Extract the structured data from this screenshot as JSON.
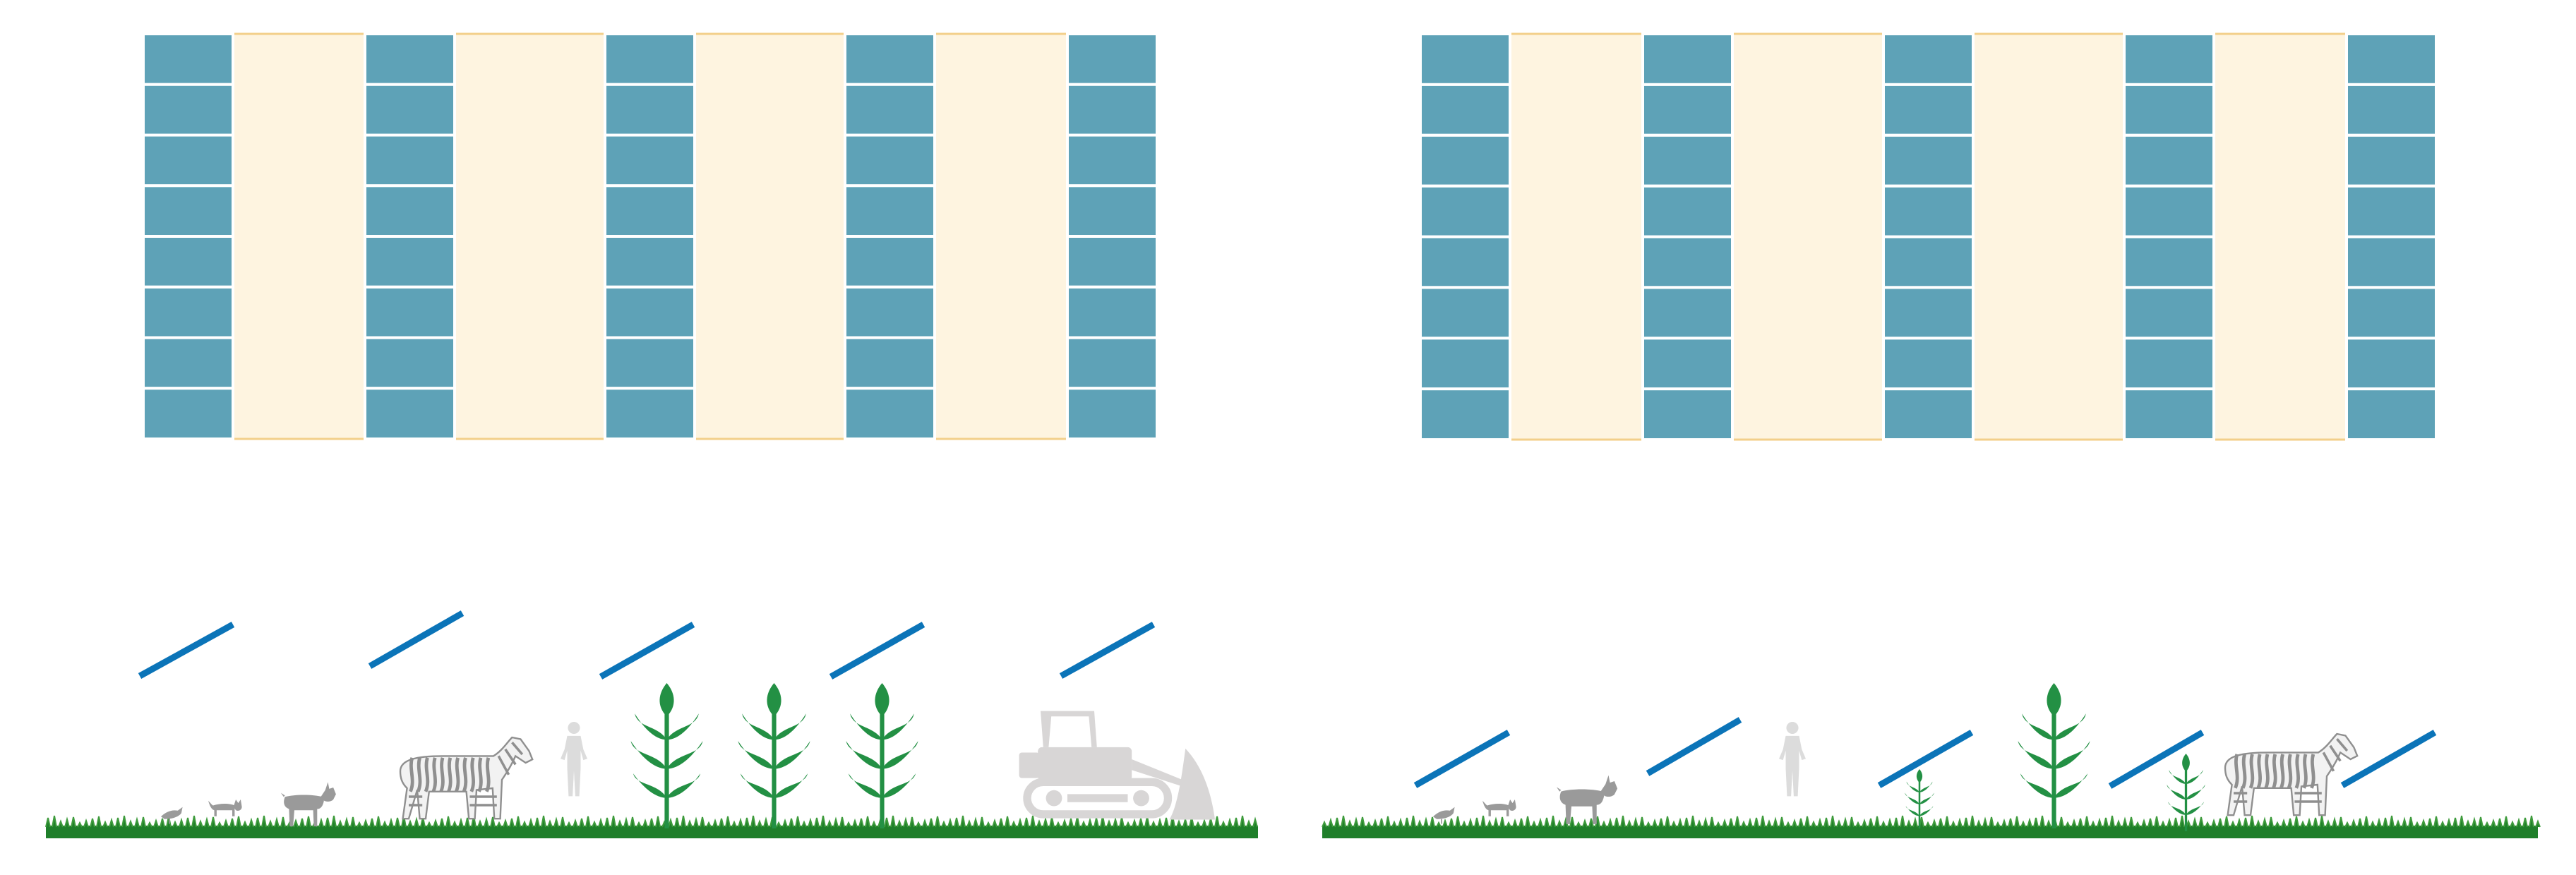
{
  "colors": {
    "panel": "#5ea2b7",
    "panel_line": "#ffffff",
    "field": "#fef4e0",
    "field_border": "#f3cf8a",
    "module_tilt": "#0b74b8",
    "grass": "#1f7f2a",
    "grass_light": "#3e9b3c",
    "plant": "#239044",
    "animal": "#9a9a9a",
    "zebra_stripe": "#8f8f8f",
    "human": "#dcdcdc",
    "bulldozer": "#d8d6d6"
  },
  "diagrams": [
    {
      "id": "conventional",
      "plan": {
        "rows": 5,
        "segments_per_row": 8
      },
      "side_elements": [
        "bird",
        "cat",
        "goat",
        "zebra",
        "human",
        "tall-plant",
        "tall-plant",
        "tall-plant",
        "bulldozer"
      ]
    },
    {
      "id": "agrivoltaic",
      "plan": {
        "rows": 5,
        "segments_per_row": 8
      },
      "side_elements": [
        "bird",
        "cat",
        "goat",
        "human",
        "small-plant",
        "tall-plant",
        "small-plant",
        "zebra"
      ]
    }
  ]
}
